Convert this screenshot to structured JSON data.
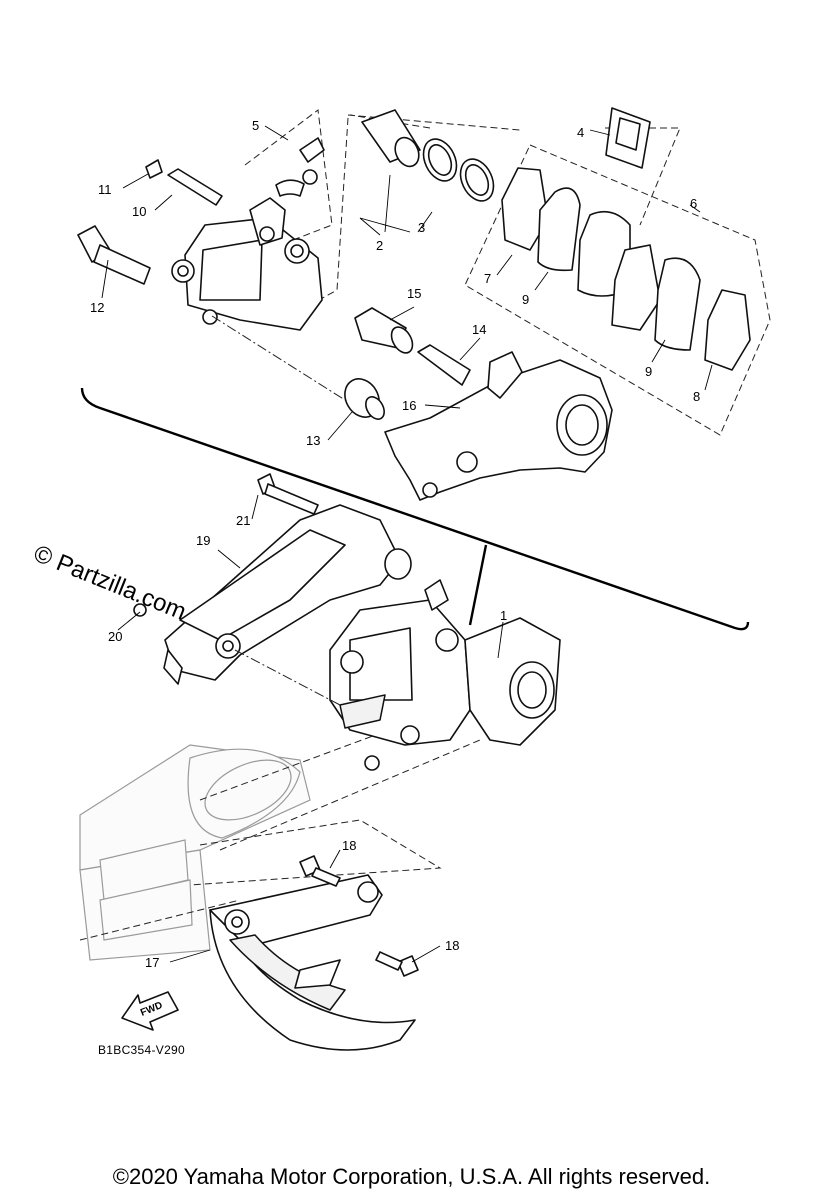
{
  "callouts": {
    "c1": "1",
    "c2": "2",
    "c3": "3",
    "c4": "4",
    "c5": "5",
    "c6": "6",
    "c7": "7",
    "c8": "8",
    "c9a": "9",
    "c9b": "9",
    "c10": "10",
    "c11": "11",
    "c12": "12",
    "c13": "13",
    "c14": "14",
    "c15": "15",
    "c16": "16",
    "c17": "17",
    "c18a": "18",
    "c18b": "18",
    "c19": "19",
    "c20": "20",
    "c21": "21"
  },
  "fwd_label": "FWD",
  "diagram_code": "B1BC354-V290",
  "watermark": "© Partzilla.com",
  "copyright": "©2020 Yamaha Motor Corporation, U.S.A. All rights reserved."
}
